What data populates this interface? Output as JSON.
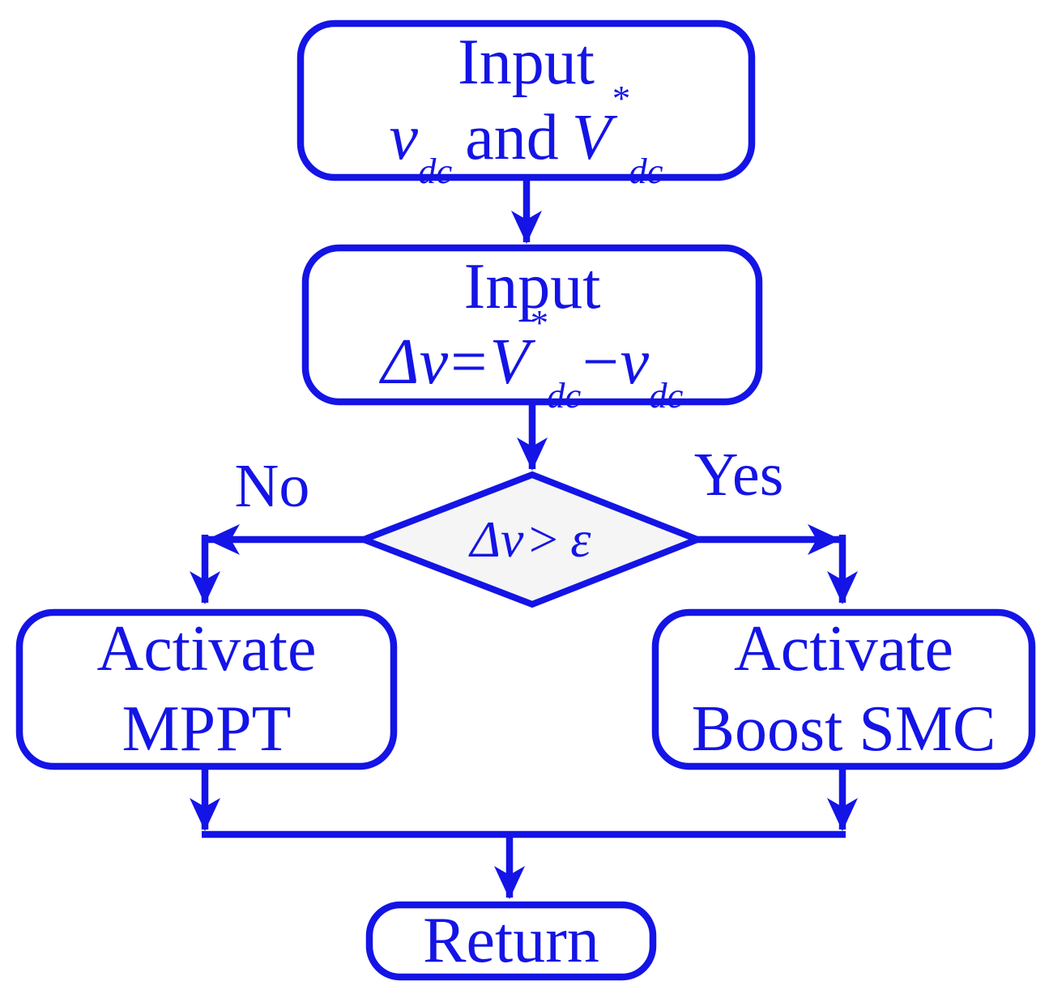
{
  "colors": {
    "accent": "#1414e6",
    "decision_fill": "#f5f5f5",
    "background": "#ffffff"
  },
  "nodes": {
    "input1": {
      "line1": "Input",
      "math": {
        "v": "v",
        "v_sub": "dc",
        "conj": "and",
        "V": "V",
        "V_sup": "*",
        "V_sub": "dc"
      }
    },
    "input2": {
      "line1": "Input",
      "math": {
        "dv": "Δv",
        "eq": "=",
        "V": "V",
        "V_sup": "*",
        "V_sub": "dc",
        "minus": "−",
        "v": "v",
        "v_sub": "dc"
      }
    },
    "decision": {
      "math": {
        "dv": "Δv",
        "op": ">",
        "eps": "ε"
      }
    },
    "activate_mppt": {
      "line1": "Activate",
      "line2": "MPPT"
    },
    "activate_boost_smc": {
      "line1": "Activate",
      "line2": "Boost SMC"
    },
    "return_node": {
      "line1": "Return"
    }
  },
  "edges": {
    "no_label": "No",
    "yes_label": "Yes"
  }
}
